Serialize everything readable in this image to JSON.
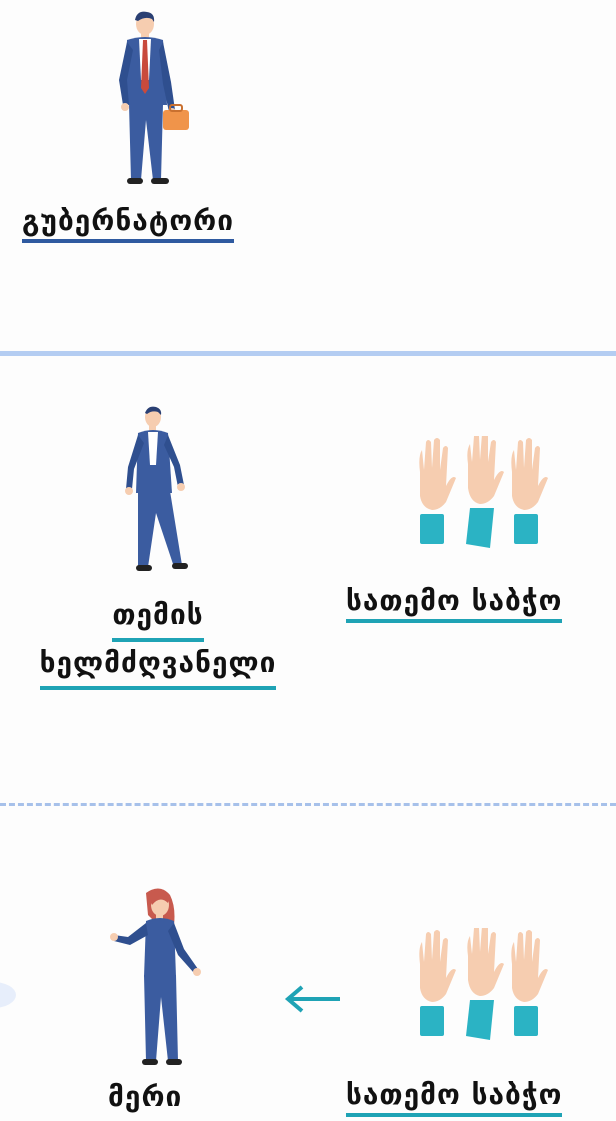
{
  "roles": {
    "governor": {
      "label": "გუბერნატორი"
    },
    "community_head": {
      "line1": "თემის",
      "line2": "ხელმძღვანელი"
    },
    "council_upper": {
      "label": "სათემო საბჭო"
    },
    "mayor": {
      "label": "მერი"
    },
    "council_lower": {
      "label": "სათემო საბჭო"
    }
  },
  "colors": {
    "suit": "#3b5ca0",
    "accent_teal": "#1fa3b5",
    "accent_blue": "#2f5aa0",
    "divider": "#b4cdf2",
    "skin": "#f6cdb0",
    "sleeve": "#2bb3c4"
  },
  "icons": [
    "businessman-with-briefcase-icon",
    "walking-man-icon",
    "raised-hands-icon",
    "woman-icon",
    "left-arrow-icon"
  ]
}
